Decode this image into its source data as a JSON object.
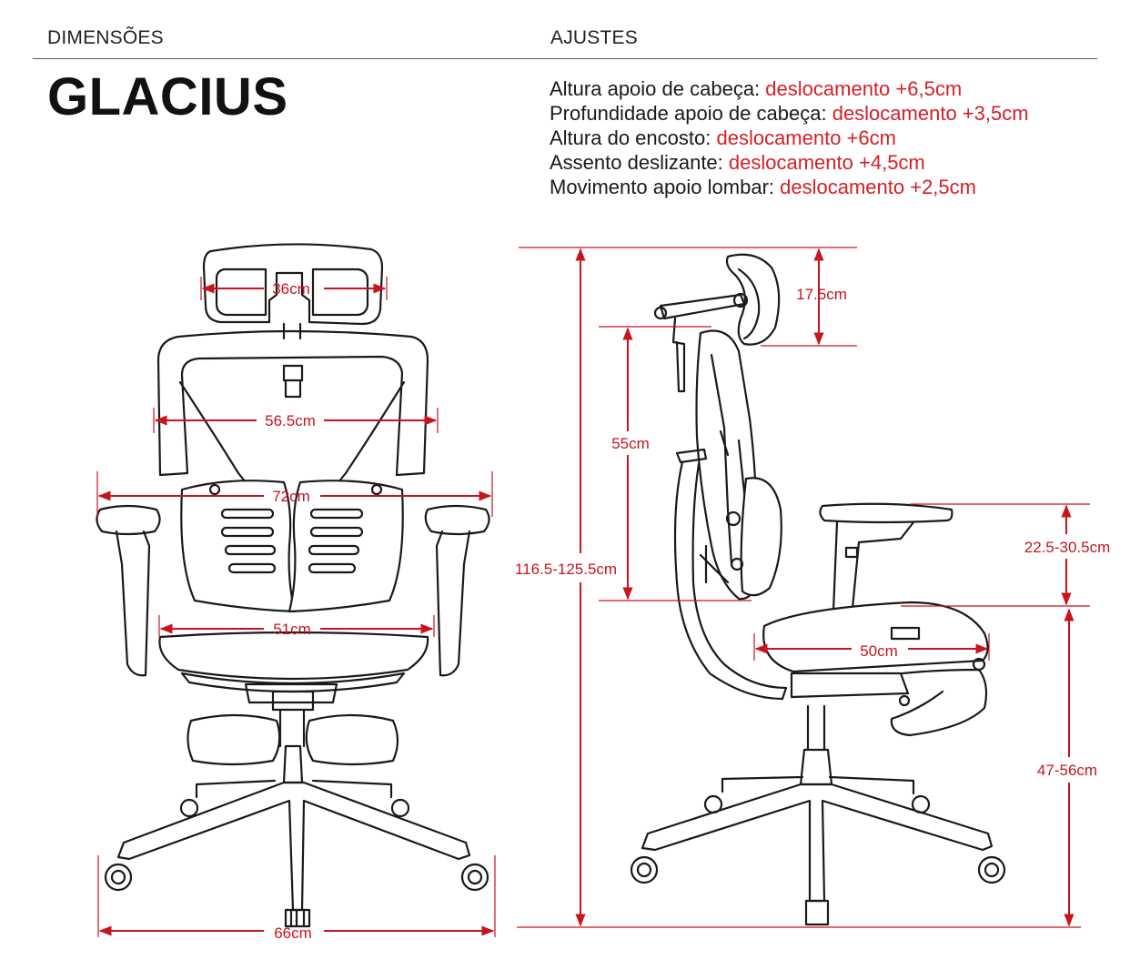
{
  "header": {
    "left_label": "DIMENSÕES",
    "right_label": "AJUSTES"
  },
  "product_name": "GLACIUS",
  "adjustments": [
    {
      "label": "Altura apoio de cabeça:",
      "value": "deslocamento +6,5cm"
    },
    {
      "label": "Profundidade apoio de cabeça:",
      "value": "deslocamento +3,5cm"
    },
    {
      "label": "Altura do encosto:",
      "value": "deslocamento +6cm"
    },
    {
      "label": "Assento deslizante:",
      "value": "deslocamento +4,5cm"
    },
    {
      "label": "Movimento apoio lombar:",
      "value": "deslocamento +2,5cm"
    }
  ],
  "dimensions": {
    "headrest_width": "36cm",
    "backrest_width": "56.5cm",
    "armrest_span": "72cm",
    "seat_width": "51cm",
    "base_width": "66cm",
    "headrest_height": "17.5cm",
    "backrest_height": "55cm",
    "total_height": "116.5-125.5cm",
    "armrest_height": "22.5-30.5cm",
    "seat_depth": "50cm",
    "seat_height": "47-56cm"
  },
  "colors": {
    "accent": "#d32027",
    "line": "#1a1a1a"
  }
}
